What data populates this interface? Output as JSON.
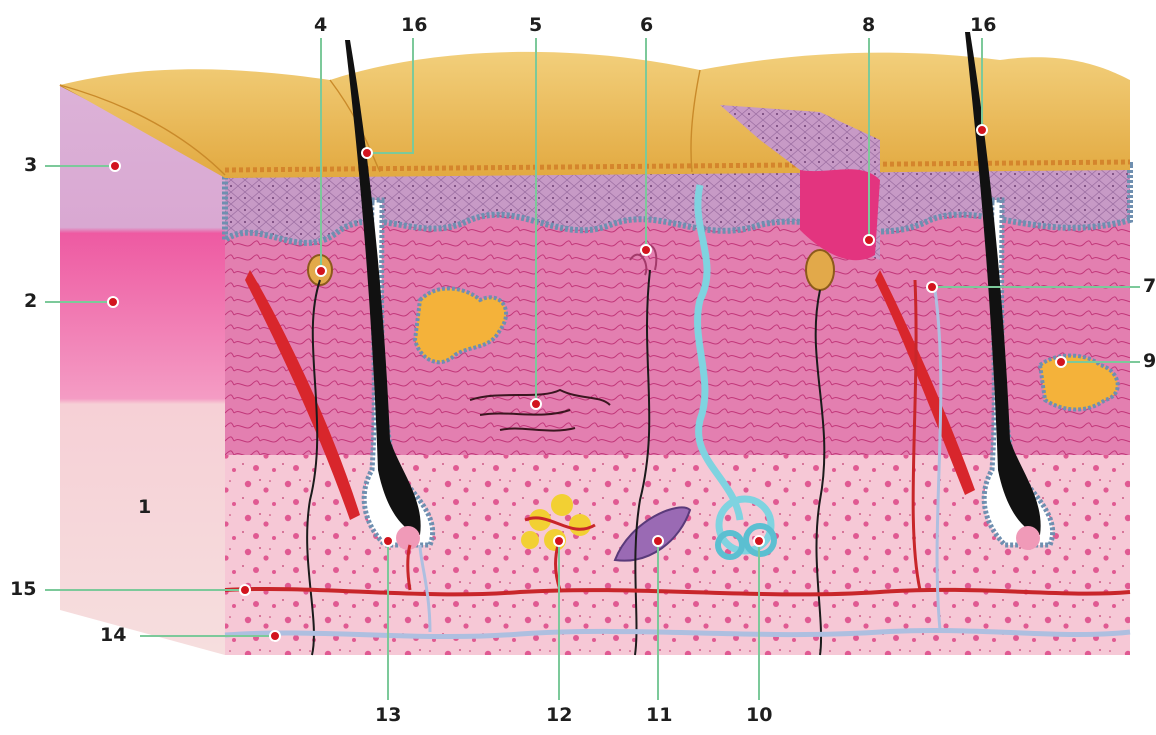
{
  "labels": {
    "l1": "1",
    "l2": "2",
    "l3": "3",
    "l4": "4",
    "l5": "5",
    "l6": "6",
    "l7": "7",
    "l8": "8",
    "l9": "9",
    "l10": "10",
    "l11": "11",
    "l12": "12",
    "l13": "13",
    "l14": "14",
    "l15": "15",
    "l16a": "16",
    "l16b": "16"
  },
  "colors": {
    "leader": "#7cc99a",
    "marker": "#d2141e",
    "dermis": "#e889b4",
    "epidermis": "#c79ac6",
    "surface": "#e8b95a",
    "hypodermis": "#f4c4d2",
    "hair": "#111111",
    "vessel": "#c8262a",
    "sweat": "#7fd3e0"
  },
  "icons": {
    "markers": "red-dot-icon"
  }
}
